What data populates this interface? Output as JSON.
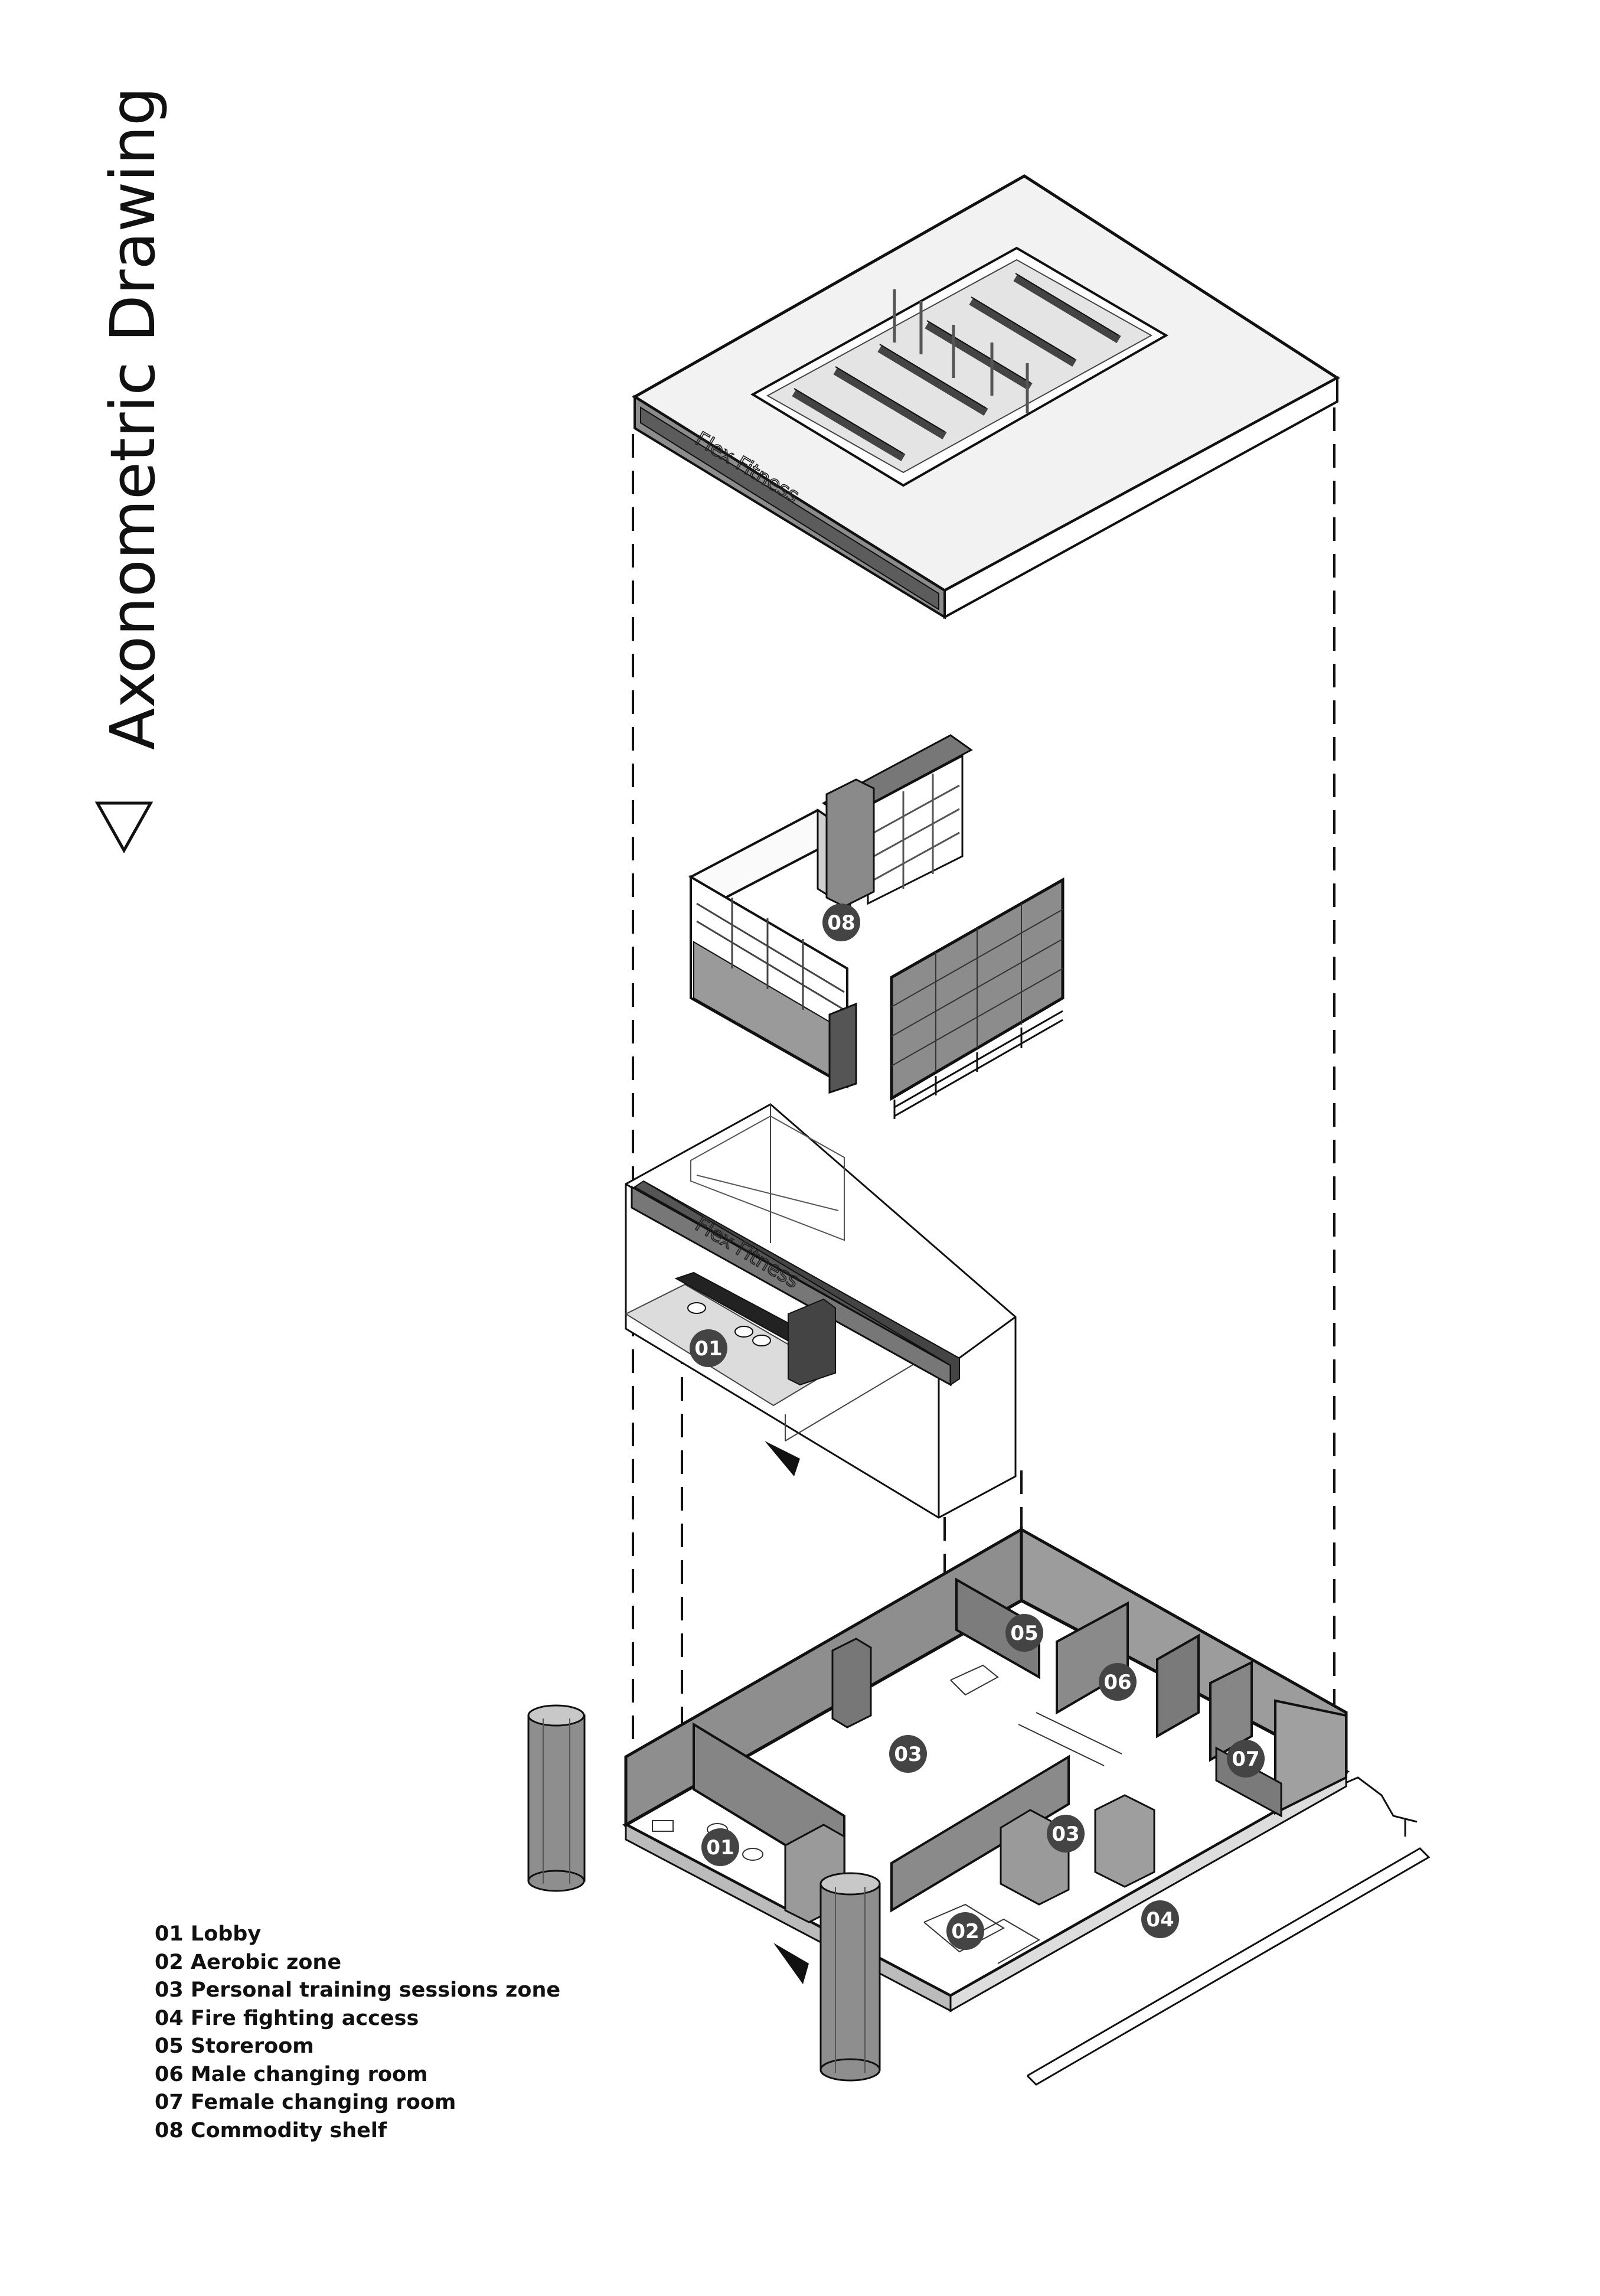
{
  "title": "Axonometric Drawing",
  "sign_text": "Flex Fitness",
  "legend": [
    {
      "code": "01",
      "label": "Lobby"
    },
    {
      "code": "02",
      "label": "Aerobic zone"
    },
    {
      "code": "03",
      "label": "Personal training sessions zone"
    },
    {
      "code": "04",
      "label": "Fire fighting access"
    },
    {
      "code": "05",
      "label": "Storeroom"
    },
    {
      "code": "06",
      "label": "Male changing room"
    },
    {
      "code": "07",
      "label": "Female changing room"
    },
    {
      "code": "08",
      "label": "Commodity shelf"
    }
  ],
  "badges": {
    "shelf": [
      "08"
    ],
    "lobby": [
      "01"
    ],
    "floor": [
      "01",
      "02",
      "03",
      "03",
      "04",
      "05",
      "06",
      "07"
    ]
  },
  "colors": {
    "ink": "#111111",
    "wall_fill": "#8a8a8a",
    "wall_fill_dark": "#6e6e6e",
    "roof_top": "#efefef",
    "badge_fill": "#444444"
  },
  "icons": {
    "title_marker": "triangle-down-outline-icon",
    "entrance": "entrance-arrow-icon"
  }
}
